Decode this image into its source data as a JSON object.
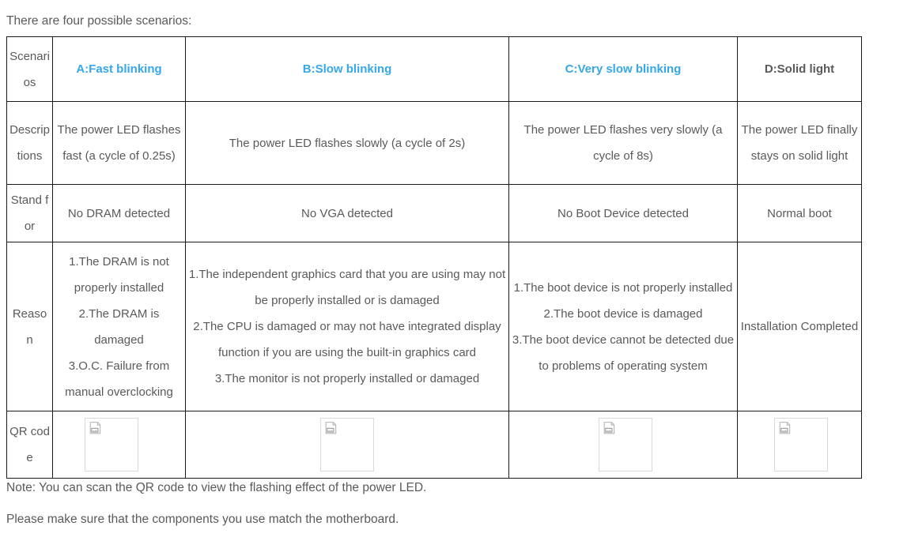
{
  "intro": "There are four possible scenarios:",
  "accent_color": "#36a7e9",
  "table": {
    "row_labels": {
      "scenarios": "Scenarios",
      "descriptions": "Descriptions",
      "stand_for": "Stand for",
      "reason": "Reason",
      "qr_code": "QR code"
    },
    "columns": [
      {
        "key": "A",
        "header": "A:Fast blinking",
        "header_color": "#36a7e9"
      },
      {
        "key": "B",
        "header": "B:Slow blinking",
        "header_color": "#36a7e9"
      },
      {
        "key": "C",
        "header": "C:Very slow blinking",
        "header_color": "#36a7e9"
      },
      {
        "key": "D",
        "header": "D:Solid light",
        "header_color": "#3d3d3d"
      }
    ],
    "descriptions": [
      "The power LED flashes fast (a cycle of 0.25s)",
      "The power LED flashes slowly (a cycle of 2s)",
      "The power LED flashes very slowly (a cycle of 8s)",
      "The power LED finally stays on solid light"
    ],
    "stand_for": [
      "No DRAM detected",
      "No VGA detected",
      "No Boot Device detected",
      "Normal boot"
    ],
    "reasons": {
      "A": [
        "1.The DRAM is not properly installed",
        "2.The DRAM is damaged",
        "3.O.C. Failure from manual overclocking"
      ],
      "B": [
        "1.The independent graphics card that you are using may not be properly installed or is damaged",
        "2.The CPU is damaged or may not have integrated display function if you are using the built-in graphics card",
        "3.The monitor is not properly installed or damaged"
      ],
      "C": [
        "1.The boot device is not properly installed",
        "2.The boot device is damaged",
        "3.The boot device cannot be detected due to problems of operating system"
      ],
      "D": [
        "Installation Completed"
      ]
    },
    "qr_placeholders": {
      "A": "broken-image-icon",
      "B": "broken-image-icon",
      "C": "broken-image-icon",
      "D": "broken-image-icon"
    }
  },
  "notes": [
    "Note: You can scan the QR code to view the flashing effect of the power LED.",
    "Please make sure that the components you use match the motherboard."
  ]
}
